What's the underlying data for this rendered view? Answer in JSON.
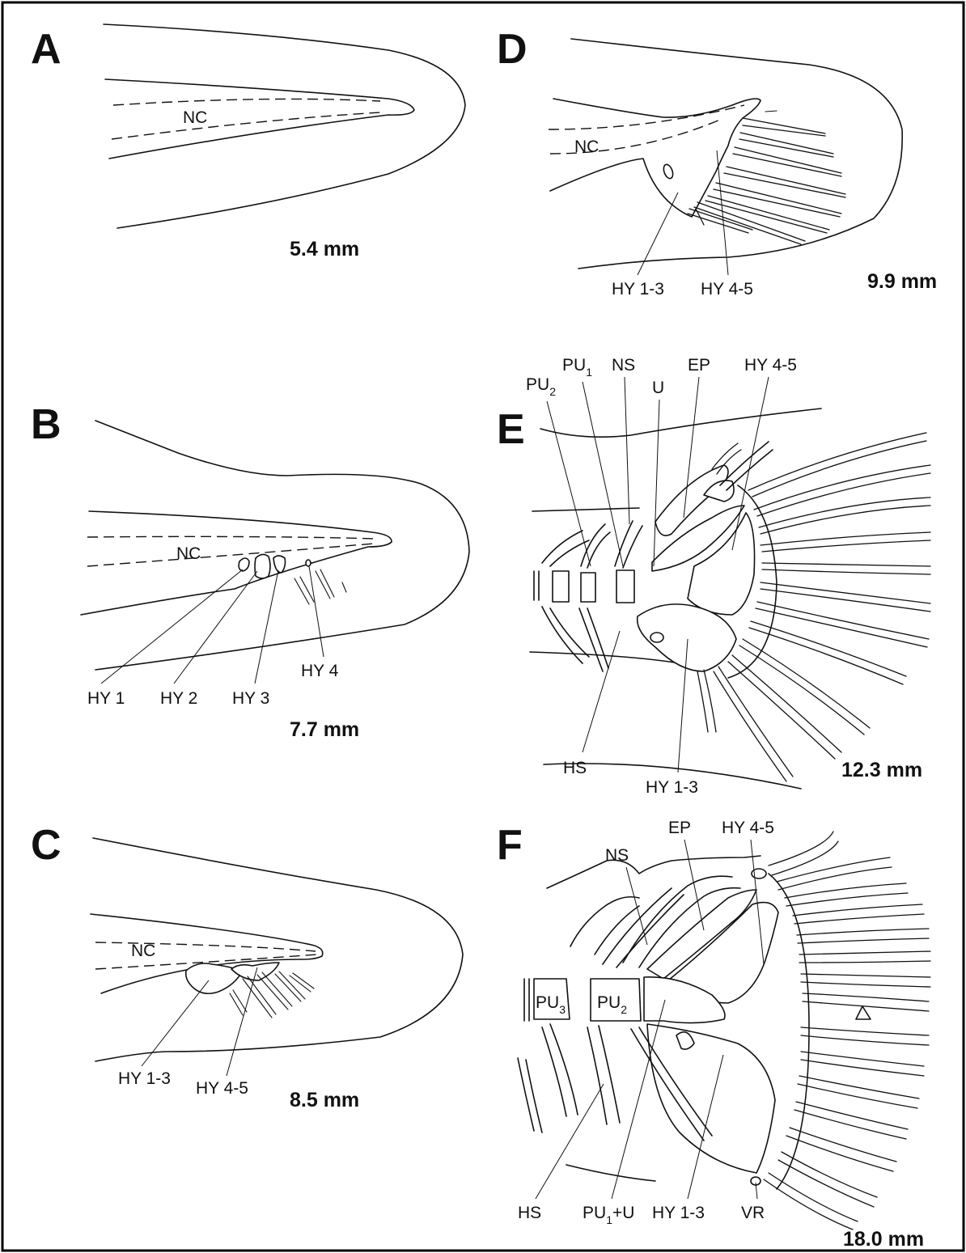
{
  "panels": [
    {
      "letter": "A",
      "size": "5.4 mm"
    },
    {
      "letter": "B",
      "size": "7.7 mm"
    },
    {
      "letter": "C",
      "size": "8.5 mm"
    },
    {
      "letter": "D",
      "size": "9.9 mm"
    },
    {
      "letter": "E",
      "size": "12.3 mm"
    },
    {
      "letter": "F",
      "size": "18.0 mm"
    }
  ],
  "labels": {
    "nc": "NC",
    "hy1": "HY 1",
    "hy2": "HY 2",
    "hy3": "HY 3",
    "hy4": "HY 4",
    "hy13": "HY 1-3",
    "hy45": "HY 4-5",
    "pu": "PU",
    "pu1_sub": "1",
    "pu2_sub": "2",
    "pu3_sub": "3",
    "ns": "NS",
    "u": "U",
    "ep": "EP",
    "hs": "HS",
    "vr": "VR",
    "pu1_u_tail": "+U"
  }
}
